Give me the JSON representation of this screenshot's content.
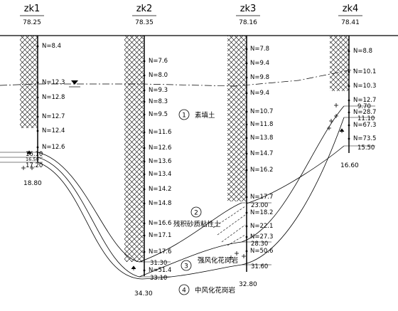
{
  "boreholes": [
    {
      "name": "zk1",
      "elevation": "78.25",
      "bottom": "18.80",
      "n_values": [
        "N=8.4",
        "N=12.3",
        "N=12.8",
        "N=12.7",
        "N=12.4",
        "N=12.6"
      ],
      "depths": [
        "16.10",
        "16.50",
        "17.20"
      ]
    },
    {
      "name": "zk2",
      "elevation": "78.35",
      "bottom": "34.30",
      "n_values": [
        "N=7.6",
        "N=8.0",
        "N=9.3",
        "N=8.3",
        "N=9.5",
        "N=11.6",
        "N=12.6",
        "N=13.6",
        "N=13.4",
        "N=14.2",
        "N=14.8",
        "N=16.6",
        "N=17.1",
        "N=17.6",
        "N=51.4"
      ],
      "depths": [
        "31.30",
        "33.10"
      ]
    },
    {
      "name": "zk3",
      "elevation": "78.16",
      "bottom": "32.80",
      "n_values": [
        "N=7.8",
        "N=9.4",
        "N=9.8",
        "N=9.4",
        "N=10.7",
        "N=11.8",
        "N=13.8",
        "N=14.7",
        "N=16.2",
        "N=17.7",
        "N=18.2",
        "N=22.1",
        "N=27.3",
        "N=50.6"
      ],
      "depths": [
        "23.00",
        "28.30",
        "31.60"
      ]
    },
    {
      "name": "zk4",
      "elevation": "78.41",
      "bottom": "16.60",
      "n_values": [
        "N=8.8",
        "N=10.1",
        "N=10.3",
        "N=12.7",
        "N=28.7",
        "N=67.3",
        "N=73.5"
      ],
      "depths": [
        "9.70",
        "11.10",
        "15.50"
      ]
    }
  ],
  "layers": [
    {
      "number": "1",
      "name": "素填土"
    },
    {
      "number": "2",
      "name": "残积砂质粘性土"
    },
    {
      "number": "3",
      "name": "强风化花岗岩"
    },
    {
      "number": "4",
      "name": "中风化花岗岩"
    }
  ],
  "colors": {
    "line": "#000000",
    "hatch": "#000000",
    "background": "#ffffff"
  }
}
